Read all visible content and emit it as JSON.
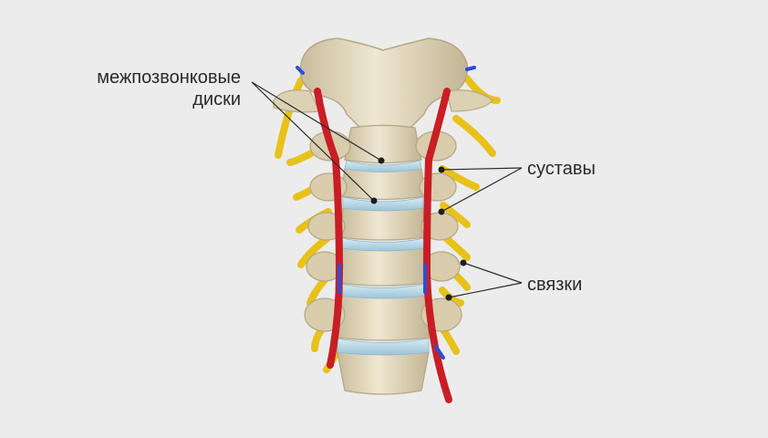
{
  "labels": {
    "discs_line1": "межпозвонковые",
    "discs_line2": "диски",
    "joints": "суставы",
    "ligaments": "связки"
  },
  "colors": {
    "background": "#ececec",
    "bone": "#e6dcc2",
    "bone_shade": "#c9bc9c",
    "disc": "#bcd8e6",
    "artery": "#c81e24",
    "vein": "#2a4fd6",
    "nerve": "#e8c21a",
    "leader": "#2a2a2a"
  }
}
